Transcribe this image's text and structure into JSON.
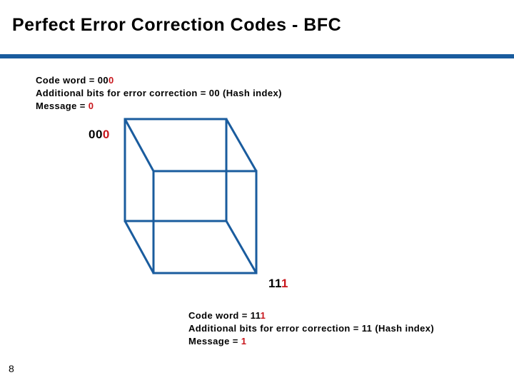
{
  "slide": {
    "title": "Perfect Error Correction Codes - BFC",
    "page_number": "8"
  },
  "colors": {
    "accent-blue": "#1A5C9E",
    "highlight-red": "#C8161C"
  },
  "top_block": {
    "lines": [
      {
        "black": "Code word = 00",
        "red": "0"
      },
      {
        "black": "Additional bits for error correction = 00 (Hash index)",
        "red": ""
      },
      {
        "black": "Message = ",
        "red": "0"
      }
    ]
  },
  "cube": {
    "label_top": {
      "black": "00",
      "red": "0"
    },
    "label_bottom": {
      "black": "11",
      "red": "1"
    }
  },
  "bottom_block": {
    "lines": [
      {
        "black": "Code word = 11",
        "red": "1"
      },
      {
        "black": "Additional bits for error correction = 11 (Hash index)",
        "red": ""
      },
      {
        "black": "Message = ",
        "red": "1"
      }
    ]
  }
}
